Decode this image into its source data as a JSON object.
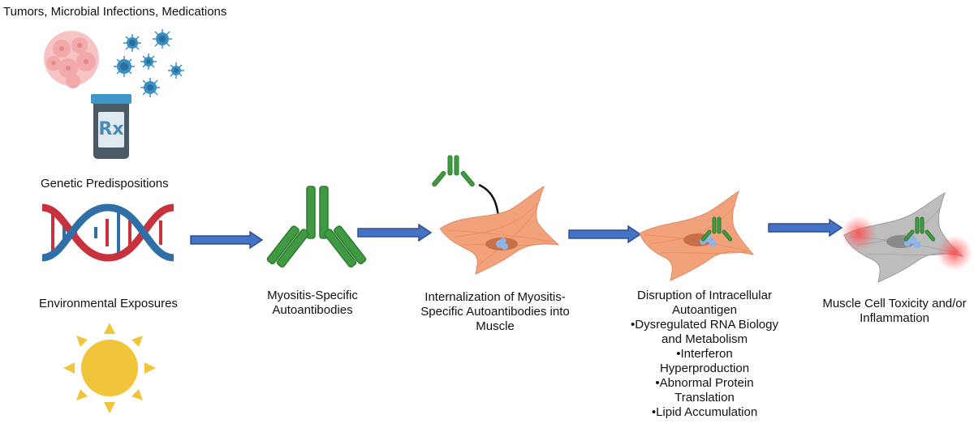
{
  "left_factors": {
    "factor_1": "Tumors, Microbial Infections, Medications",
    "factor_2": "Genetic Predispositions",
    "factor_3": "Environmental Exposures",
    "rx_label": "Rx"
  },
  "stages": {
    "stage_1": [
      "Myositis-Specific",
      "Autoantibodies"
    ],
    "stage_2": [
      "Internalization of Myositis-",
      "Specific Autoantibodies into",
      "Muscle"
    ],
    "stage_3": [
      "Disruption of Intracellular",
      "Autoantigen",
      "•Dysregulated RNA Biology",
      "and Metabolism",
      "•Interferon",
      "Hyperproduction",
      "•Abnormal Protein",
      "Translation",
      "•Lipid Accumulation"
    ],
    "stage_4": [
      "Muscle Cell Toxicity and/or",
      "Inflammation"
    ]
  },
  "colors": {
    "arrow_fill": "#4472c4",
    "arrow_stroke": "#2f4f8f",
    "antibody_green": "#3f9a42",
    "muscle_cell": "#f2a27a",
    "muscle_cell_grey": "#bdbdbd",
    "nucleus": "#c8704a",
    "sun": "#f0c53a",
    "virus": "#3a8fc4",
    "tumor": "#f2a9aa",
    "dna_red": "#c8323c",
    "dna_blue": "#2f6ea6",
    "bottle": "#4a5a66",
    "inflammation": "#ff5a5a"
  },
  "icons": [
    "tumor-icon",
    "virus-icon",
    "rx-bottle-icon",
    "dna-icon",
    "sun-icon",
    "antibody-icon",
    "muscle-cell-icon",
    "flow-arrow-icon"
  ]
}
